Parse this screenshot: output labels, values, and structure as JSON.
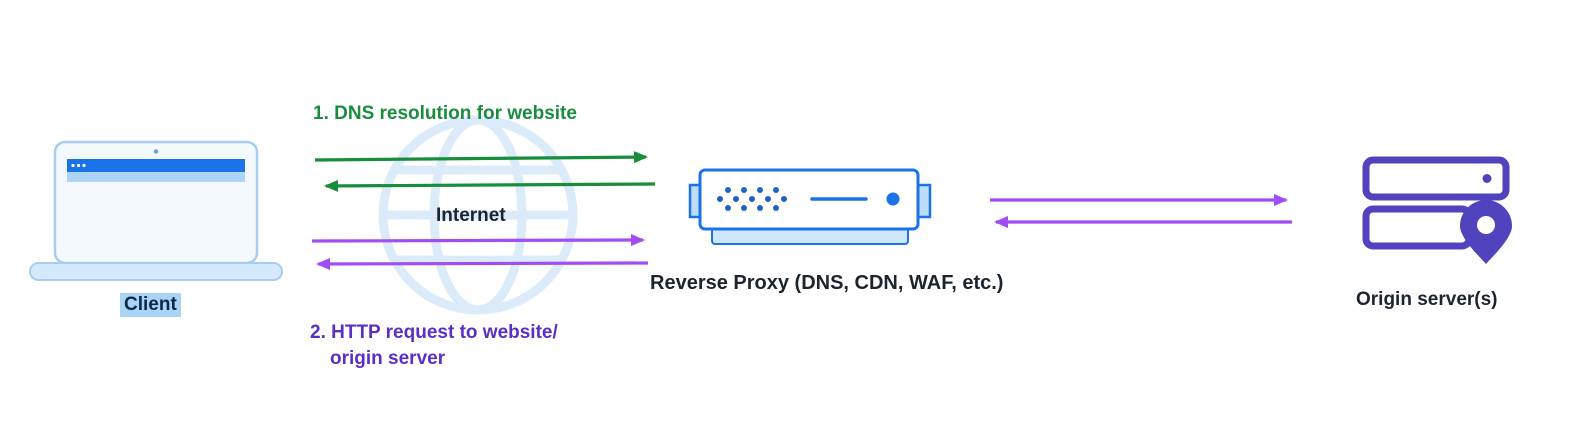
{
  "diagram": {
    "labels": {
      "client": "Client",
      "internet": "Internet",
      "step1": "1. DNS resolution for website",
      "step2_line1": "2. HTTP request to website/",
      "step2_line2": "origin server",
      "proxy": "Reverse Proxy (DNS, CDN, WAF, etc.)",
      "origin": "Origin server(s)"
    },
    "colors": {
      "arrow_green": "#188d3d",
      "arrow_purple": "#a04ef3",
      "step2_text_purple": "#5a2fc8",
      "device_blue": "#1a73e8",
      "device_dot_blue": "#1f62c9",
      "device_light_blue": "#cfe7fb",
      "origin_indigo": "#5143bd",
      "globe_light_blue": "#dcebfa",
      "client_highlight": "#a9d4f6",
      "label_dark": "#1c2430"
    }
  }
}
